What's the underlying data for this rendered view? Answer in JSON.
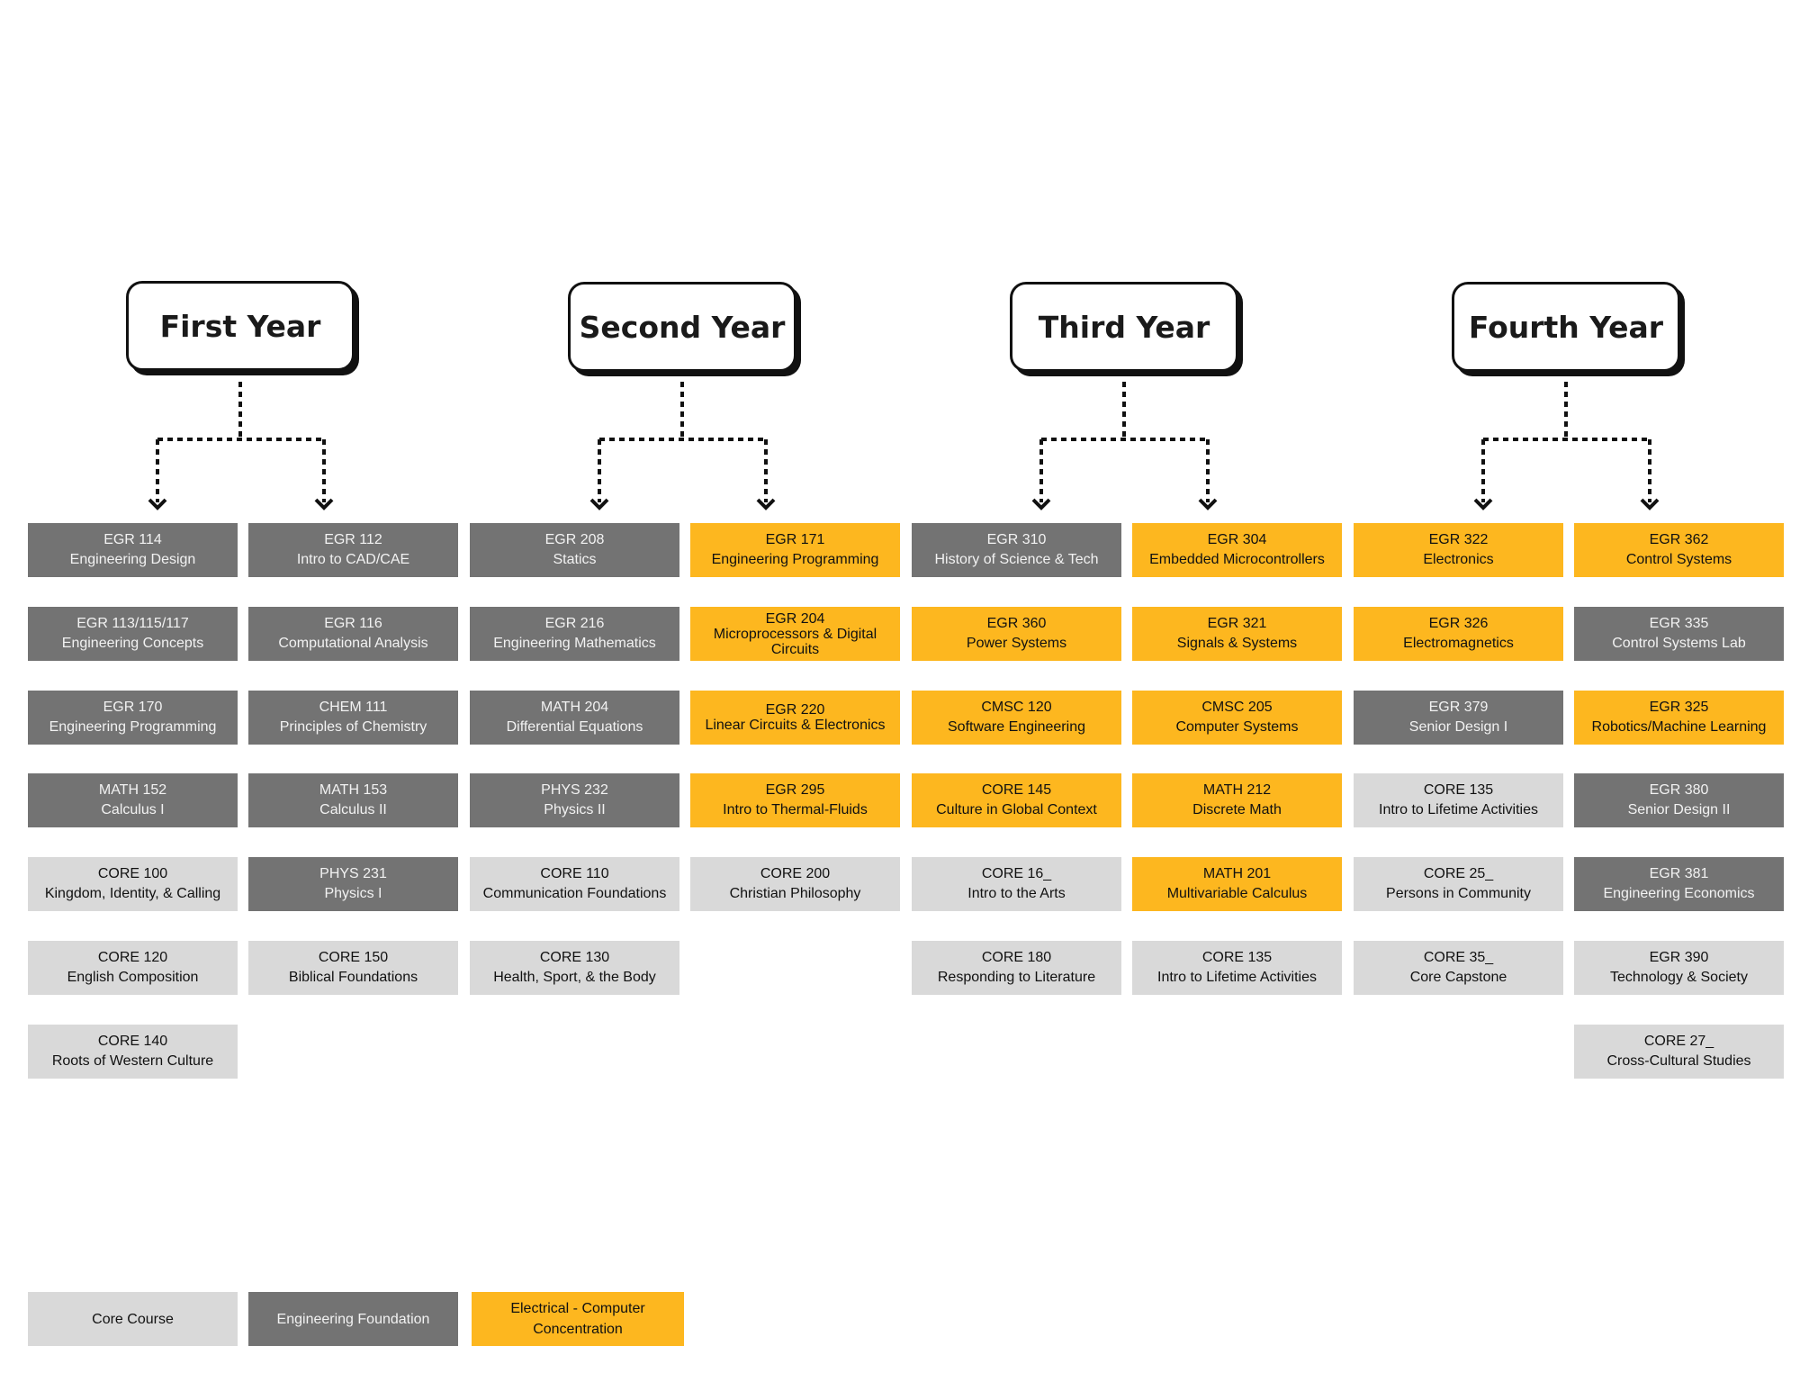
{
  "years": [
    {
      "title": "First Year",
      "columns": [
        [
          {
            "code": "EGR 114",
            "name": "Engineering Design",
            "type": "eng"
          },
          {
            "code": "EGR 113/115/117",
            "name": "Engineering Concepts",
            "type": "eng"
          },
          {
            "code": "EGR 170",
            "name": "Engineering Programming",
            "type": "eng"
          },
          {
            "code": "MATH 152",
            "name": "Calculus I",
            "type": "eng"
          },
          {
            "code": "CORE 100",
            "name": "Kingdom, Identity, & Calling",
            "type": "core"
          },
          {
            "code": "CORE 120",
            "name": "English Composition",
            "type": "core"
          },
          {
            "code": "CORE 140",
            "name": "Roots of Western Culture",
            "type": "core"
          }
        ],
        [
          {
            "code": "EGR 112",
            "name": "Intro to CAD/CAE",
            "type": "eng"
          },
          {
            "code": "EGR 116",
            "name": "Computational Analysis",
            "type": "eng"
          },
          {
            "code": "CHEM 111",
            "name": "Principles of Chemistry",
            "type": "eng"
          },
          {
            "code": "MATH 153",
            "name": "Calculus II",
            "type": "eng"
          },
          {
            "code": "PHYS 231",
            "name": "Physics I",
            "type": "eng"
          },
          {
            "code": "CORE 150",
            "name": "Biblical Foundations",
            "type": "core"
          }
        ]
      ]
    },
    {
      "title": "Second Year",
      "columns": [
        [
          {
            "code": "EGR 208",
            "name": "Statics",
            "type": "eng"
          },
          {
            "code": "EGR 216",
            "name": "Engineering Mathematics",
            "type": "eng"
          },
          {
            "code": "MATH 204",
            "name": "Differential Equations",
            "type": "eng"
          },
          {
            "code": "PHYS 232",
            "name": "Physics II",
            "type": "eng"
          },
          {
            "code": "CORE 110",
            "name": "Communication Foundations",
            "type": "core"
          },
          {
            "code": "CORE 130",
            "name": "Health, Sport, & the Body",
            "type": "core"
          }
        ],
        [
          {
            "code": "EGR 171",
            "name": "Engineering Programming",
            "type": "ece"
          },
          {
            "code": "EGR 204",
            "name": "Microprocessors & Digital Circuits",
            "type": "ece"
          },
          {
            "code": "EGR 220",
            "name": "Linear Circuits & Electronics",
            "type": "ece"
          },
          {
            "code": "EGR 295",
            "name": "Intro to Thermal-Fluids",
            "type": "ece"
          },
          {
            "code": "CORE 200",
            "name": "Christian Philosophy",
            "type": "core"
          }
        ]
      ]
    },
    {
      "title": "Third Year",
      "columns": [
        [
          {
            "code": "EGR 310",
            "name": "History of Science & Tech",
            "type": "eng"
          },
          {
            "code": "EGR 360",
            "name": "Power Systems",
            "type": "ece"
          },
          {
            "code": "CMSC 120",
            "name": "Software Engineering",
            "type": "ece"
          },
          {
            "code": "CORE 145",
            "name": "Culture in Global Context",
            "type": "ece"
          },
          {
            "code": "CORE 16_",
            "name": "Intro to the Arts",
            "type": "core"
          },
          {
            "code": "CORE 180",
            "name": "Responding to Literature",
            "type": "core"
          }
        ],
        [
          {
            "code": "EGR 304",
            "name": "Embedded Microcontrollers",
            "type": "ece"
          },
          {
            "code": "EGR 321",
            "name": "Signals & Systems",
            "type": "ece"
          },
          {
            "code": "CMSC 205",
            "name": "Computer Systems",
            "type": "ece"
          },
          {
            "code": "MATH 212",
            "name": "Discrete Math",
            "type": "ece"
          },
          {
            "code": "MATH 201",
            "name": "Multivariable Calculus",
            "type": "ece"
          },
          {
            "code": "CORE 135",
            "name": "Intro to Lifetime Activities",
            "type": "core"
          }
        ]
      ]
    },
    {
      "title": "Fourth Year",
      "columns": [
        [
          {
            "code": "EGR 322",
            "name": "Electronics",
            "type": "ece"
          },
          {
            "code": "EGR 326",
            "name": "Electromagnetics",
            "type": "ece"
          },
          {
            "code": "EGR 379",
            "name": "Senior Design I",
            "type": "eng"
          },
          {
            "code": "CORE 135",
            "name": "Intro to Lifetime Activities",
            "type": "core"
          },
          {
            "code": "CORE 25_",
            "name": "Persons in Community",
            "type": "core"
          },
          {
            "code": "CORE 35_",
            "name": "Core Capstone",
            "type": "core"
          }
        ],
        [
          {
            "code": "EGR 362",
            "name": "Control Systems",
            "type": "ece"
          },
          {
            "code": "EGR 335",
            "name": "Control Systems Lab",
            "type": "eng"
          },
          {
            "code": "EGR 325",
            "name": "Robotics/Machine Learning",
            "type": "ece"
          },
          {
            "code": "EGR 380",
            "name": "Senior Design II",
            "type": "eng"
          },
          {
            "code": "EGR 381",
            "name": "Engineering Economics",
            "type": "eng"
          },
          {
            "code": "EGR 390",
            "name": "Technology & Society",
            "type": "core"
          },
          {
            "code": "CORE 27_",
            "name": "Cross-Cultural Studies",
            "type": "core"
          }
        ]
      ]
    }
  ],
  "legend": [
    {
      "label": "Core Course",
      "type": "core"
    },
    {
      "label": "Engineering Foundation",
      "type": "eng"
    },
    {
      "label": "Electrical - Computer Concentration",
      "type": "ece"
    }
  ],
  "colors": {
    "core": "#d9d9d9",
    "engineering_foundation": "#737373",
    "electrical_computer": "#fdb71f"
  }
}
